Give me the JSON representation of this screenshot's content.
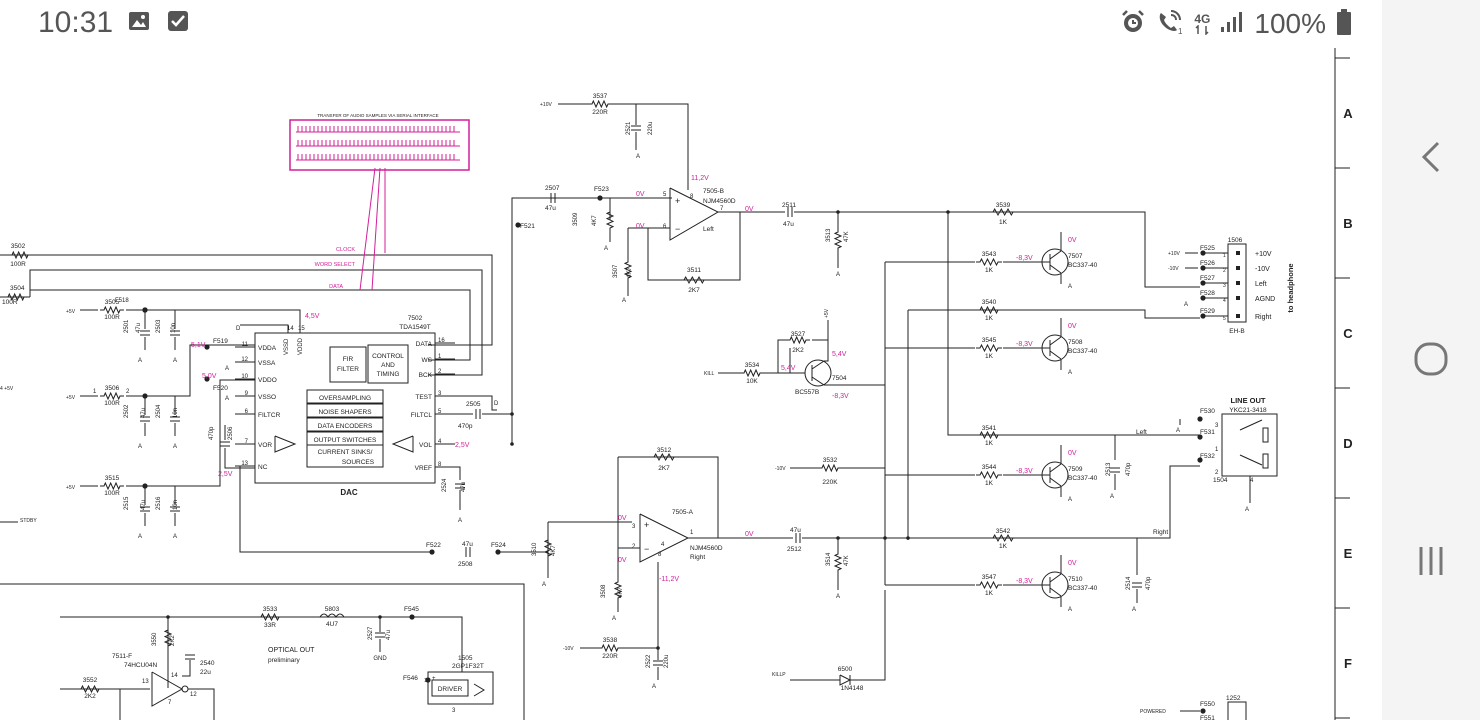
{
  "status_bar": {
    "time": "10:31",
    "left_icons": [
      "image-icon",
      "checkbox-icon"
    ],
    "right_icons": [
      "alarm-icon",
      "wifi-call-icon",
      "network-4g-icon",
      "signal-icon",
      "battery-icon"
    ],
    "network_label": "4G",
    "battery": "100%"
  },
  "navigation": {
    "buttons": [
      "back-button",
      "home-button",
      "recents-button"
    ]
  },
  "schematic": {
    "colors": {
      "ink": "#222222",
      "magenta": "#d21f9a"
    },
    "row_labels": [
      "A",
      "B",
      "C",
      "D",
      "E",
      "F"
    ],
    "timing_box": {
      "title": "TRANSFER OF AUDIO SAMPLES VIA SERIAL INTERFACE",
      "labels": [
        "CLOCK",
        "WORD SELECT",
        "DATA"
      ]
    },
    "dac": {
      "title": "DAC",
      "part": "7502",
      "part_name": "TDA1549T",
      "blocks": [
        "FIR FILTER",
        "CONTROL AND TIMING",
        "OVERSAMPLING",
        "NOISE SHAPERS",
        "DATA ENCODERS",
        "OUTPUT SWITCHES",
        "CURRENT SINKS/ SOURCES"
      ],
      "pins_left": [
        "VDDA",
        "VSSA",
        "VDDO",
        "VSSO",
        "FILTCR",
        "VOR",
        "NC"
      ],
      "pins_right": [
        "DATA",
        "WS",
        "BCK",
        "TEST",
        "FILTCL",
        "VOL",
        "VREF"
      ],
      "pins_top": [
        "VSSD",
        "VDDD"
      ]
    },
    "resistors": [
      {
        "ref": "3502",
        "value": "100R"
      },
      {
        "ref": "3504",
        "value": "100R"
      },
      {
        "ref": "3505",
        "value": "100R"
      },
      {
        "ref": "3506",
        "value": "100R"
      },
      {
        "ref": "3515",
        "value": "100R"
      },
      {
        "ref": "3537",
        "value": "220R"
      },
      {
        "ref": "3509",
        "value": "4K7"
      },
      {
        "ref": "3507",
        "value": "4K7"
      },
      {
        "ref": "3511",
        "value": "2K7"
      },
      {
        "ref": "3513",
        "value": "47K"
      },
      {
        "ref": "3539",
        "value": "1K"
      },
      {
        "ref": "3543",
        "value": "1K"
      },
      {
        "ref": "3540",
        "value": "1K"
      },
      {
        "ref": "3545",
        "value": "1K"
      },
      {
        "ref": "3527",
        "value": "2K2"
      },
      {
        "ref": "3534",
        "value": "10K"
      },
      {
        "ref": "3541",
        "value": "1K"
      },
      {
        "ref": "3544",
        "value": "1K"
      },
      {
        "ref": "3532",
        "value": "220K"
      },
      {
        "ref": "3512",
        "value": "2K7"
      },
      {
        "ref": "3510",
        "value": "4K7"
      },
      {
        "ref": "3508",
        "value": "4K7"
      },
      {
        "ref": "3514",
        "value": "47K"
      },
      {
        "ref": "3542",
        "value": "1K"
      },
      {
        "ref": "3547",
        "value": "1K"
      },
      {
        "ref": "3538",
        "value": "220R"
      },
      {
        "ref": "3533",
        "value": "33R"
      },
      {
        "ref": "3550",
        "value": "2K2"
      },
      {
        "ref": "3552",
        "value": "2K2"
      }
    ],
    "capacitors": [
      {
        "ref": "2507",
        "value": "47u"
      },
      {
        "ref": "2521",
        "value": "220u"
      },
      {
        "ref": "2511",
        "value": "47u"
      },
      {
        "ref": "2501",
        "value": "47u"
      },
      {
        "ref": "2503",
        "value": "10n"
      },
      {
        "ref": "2502",
        "value": "47u"
      },
      {
        "ref": "2504",
        "value": "10n"
      },
      {
        "ref": "2515",
        "value": "47u"
      },
      {
        "ref": "2516",
        "value": "10n"
      },
      {
        "ref": "2505",
        "value": "470p"
      },
      {
        "ref": "2506",
        "value": "470p"
      },
      {
        "ref": "2524",
        "value": "47u"
      },
      {
        "ref": "2508",
        "value": "47u"
      },
      {
        "ref": "2512",
        "value": "47u"
      },
      {
        "ref": "2513",
        "value": "470p"
      },
      {
        "ref": "2514",
        "value": "470p"
      },
      {
        "ref": "2522",
        "value": "220u"
      },
      {
        "ref": "2527",
        "value": "47u"
      },
      {
        "ref": "2540",
        "value": "22u"
      }
    ],
    "opamps": [
      {
        "ref": "7505-B",
        "part": "NJM4560D",
        "channel": "Left",
        "supply": "11,2V"
      },
      {
        "ref": "7505-A",
        "part": "NJM4560D",
        "channel": "Right",
        "supply": "-11,2V"
      }
    ],
    "transistors": [
      {
        "ref": "7507",
        "part": "BC337-40"
      },
      {
        "ref": "7508",
        "part": "BC337-40"
      },
      {
        "ref": "7509",
        "part": "BC337-40"
      },
      {
        "ref": "7510",
        "part": "BC337-40"
      },
      {
        "ref": "7504",
        "part": "BC557B"
      }
    ],
    "test_points": [
      "F518",
      "F519",
      "F520",
      "F521",
      "F522",
      "F523",
      "F524",
      "F525",
      "F526",
      "F527",
      "F528",
      "F529",
      "F530",
      "F531",
      "F532",
      "F545",
      "F546",
      "F550",
      "F551"
    ],
    "voltages": [
      "0V",
      "4,5V",
      "5,1V",
      "5,0V",
      "2,5V",
      "-8,3V",
      "5,4V",
      "-11,2V"
    ],
    "headphone_connector": {
      "ref": "1506",
      "type": "EH-B",
      "pins": [
        "+10V",
        "-10V",
        "Left",
        "AGND",
        "Right"
      ],
      "label": "to headphone"
    },
    "line_out": {
      "title": "LINE OUT",
      "part": "YKC21-3418",
      "ref": "1504"
    },
    "optical": {
      "title": "OPTICAL OUT",
      "note": "preliminary",
      "module_ref": "1505",
      "module_part": "GP1F32T",
      "driver": "DRIVER",
      "inverter": "7511-F",
      "inverter_part": "74HCU04N",
      "inductor_ref": "5803",
      "inductor_value": "4U7"
    },
    "diode": {
      "ref": "6500",
      "part": "1N4148"
    },
    "signals": [
      "+10V",
      "-10V",
      "+5V",
      "KILL",
      "KILLP",
      "STDBY",
      "POWERED"
    ],
    "misc_refs": [
      "1252"
    ]
  }
}
